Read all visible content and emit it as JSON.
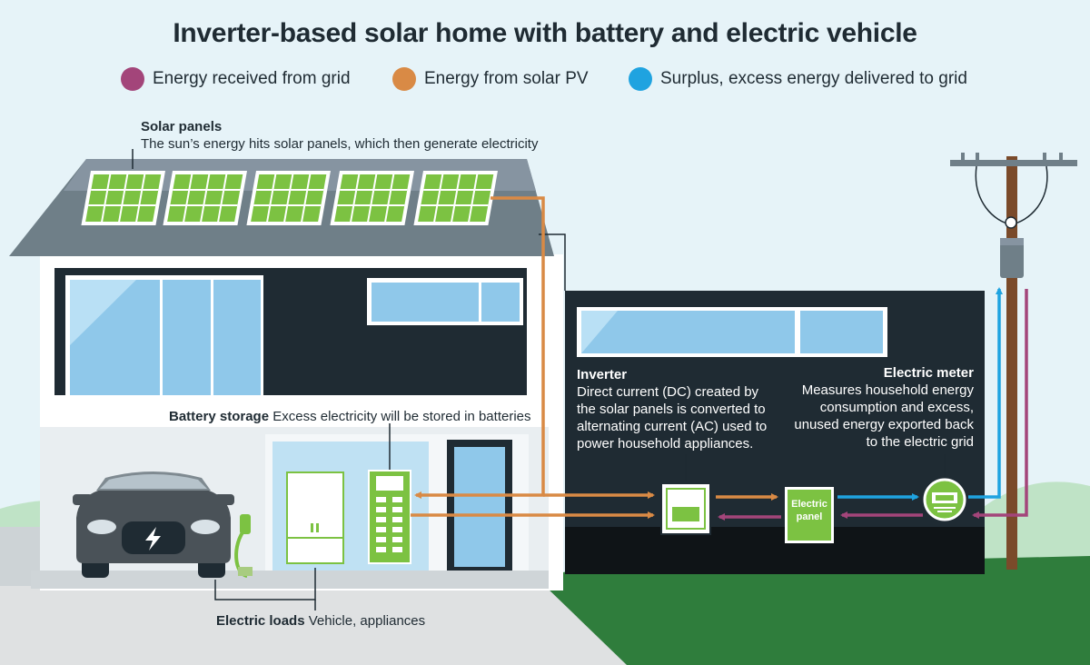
{
  "title": "Inverter-based solar home with battery and electric vehicle",
  "legend": [
    {
      "label": "Energy received from grid",
      "color": "#a3457a"
    },
    {
      "label": "Energy from solar PV",
      "color": "#d98a45"
    },
    {
      "label": "Surplus, excess energy delivered to grid",
      "color": "#1fa3e0"
    }
  ],
  "labels": {
    "solar_title": "Solar panels",
    "solar_desc": "The sun’s energy hits solar panels, which then generate electricity",
    "battery_title": "Battery storage",
    "battery_desc": "Excess electricity will be stored in batteries",
    "inverter_title": "Inverter",
    "inverter_desc": "Direct current (DC) created by the solar panels is converted to alternating current (AC) used to power household appliances.",
    "meter_title": "Electric meter",
    "meter_desc": "Measures household energy consumption and excess, unused energy exported back to the electric grid",
    "loads_title": "Electric loads",
    "loads_desc": "Vehicle, appliances",
    "panel_line1": "Electric",
    "panel_line2": "panel"
  },
  "colors": {
    "grid": "#a3457a",
    "solar": "#d98a45",
    "surplus": "#1fa3e0",
    "house_dark": "#1f2b33",
    "roof": "#6f7f88",
    "panel_green": "#7cc242",
    "lawn": "#2f7d3c"
  },
  "icons": [
    "lightning-bolt-icon",
    "ev-charger-icon",
    "power-pole-icon",
    "meter-icon"
  ]
}
